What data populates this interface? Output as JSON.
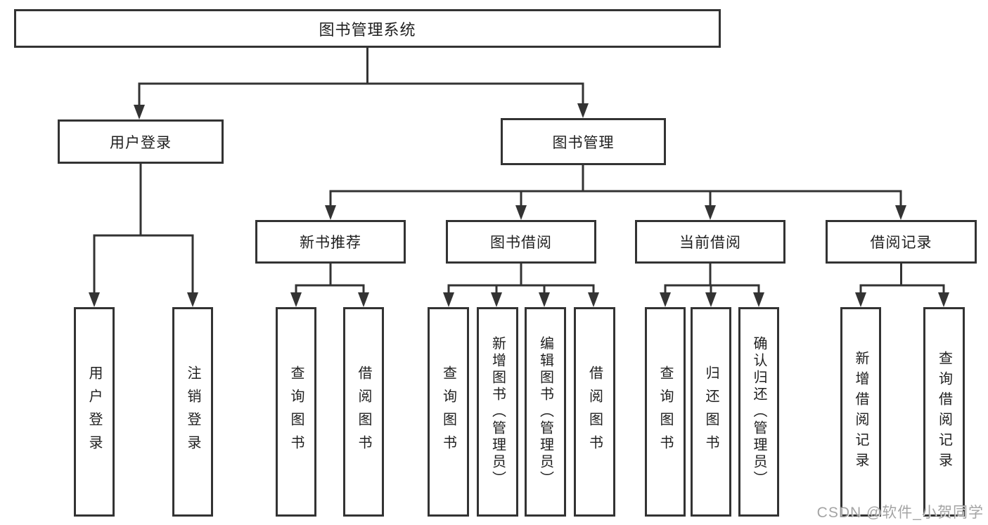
{
  "diagram": {
    "root": {
      "label": "图书管理系统"
    },
    "level2": [
      {
        "label": "用户登录"
      },
      {
        "label": "图书管理"
      }
    ],
    "level3": [
      {
        "label": "新书推荐"
      },
      {
        "label": "图书借阅"
      },
      {
        "label": "当前借阅"
      },
      {
        "label": "借阅记录"
      }
    ],
    "leaves": {
      "user_login": [
        {
          "label": "用户登录"
        },
        {
          "label": "注销登录"
        }
      ],
      "new_books": [
        {
          "label": "查询图书"
        },
        {
          "label": "借阅图书"
        }
      ],
      "book_borrow": [
        {
          "label": "查询图书"
        },
        {
          "label": "新增图书（管理员）"
        },
        {
          "label": "编辑图书（管理员）"
        },
        {
          "label": "借阅图书"
        }
      ],
      "current_borrow": [
        {
          "label": "查询图书"
        },
        {
          "label": "归还图书"
        },
        {
          "label": "确认归还（管理员）"
        }
      ],
      "borrow_records": [
        {
          "label": "新增借阅记录"
        },
        {
          "label": "查询借阅记录"
        }
      ]
    },
    "colors": {
      "line": "#333333",
      "border": "#333333",
      "text": "#1f1f1f",
      "background": "#ffffff"
    }
  },
  "watermark": {
    "text": "CSDN @软件_小贺同学",
    "color": "#9b9b9b"
  }
}
